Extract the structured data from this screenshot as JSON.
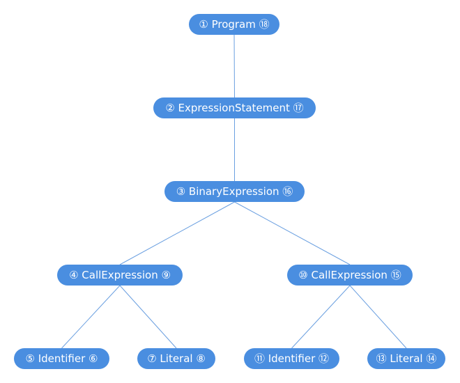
{
  "tree": {
    "nodes": [
      {
        "id": "program",
        "label": "① Program ⑱"
      },
      {
        "id": "expression-statement",
        "label": "② ExpressionStatement ⑰"
      },
      {
        "id": "binary-expression",
        "label": "③ BinaryExpression ⑯"
      },
      {
        "id": "call-expression-left",
        "label": "④ CallExpression ⑨"
      },
      {
        "id": "call-expression-right",
        "label": "⑩ CallExpression ⑮"
      },
      {
        "id": "identifier-left",
        "label": "⑤ Identifier ⑥"
      },
      {
        "id": "literal-left",
        "label": "⑦ Literal ⑧"
      },
      {
        "id": "identifier-right",
        "label": "⑪ Identifier ⑫"
      },
      {
        "id": "literal-right",
        "label": "⑬ Literal ⑭"
      }
    ],
    "edges": [
      [
        "program",
        "expression-statement"
      ],
      [
        "expression-statement",
        "binary-expression"
      ],
      [
        "binary-expression",
        "call-expression-left"
      ],
      [
        "binary-expression",
        "call-expression-right"
      ],
      [
        "call-expression-left",
        "identifier-left"
      ],
      [
        "call-expression-left",
        "literal-left"
      ],
      [
        "call-expression-right",
        "identifier-right"
      ],
      [
        "call-expression-right",
        "literal-right"
      ]
    ],
    "node_color": "#4a8ee0",
    "edge_color": "#6a9fe0"
  }
}
